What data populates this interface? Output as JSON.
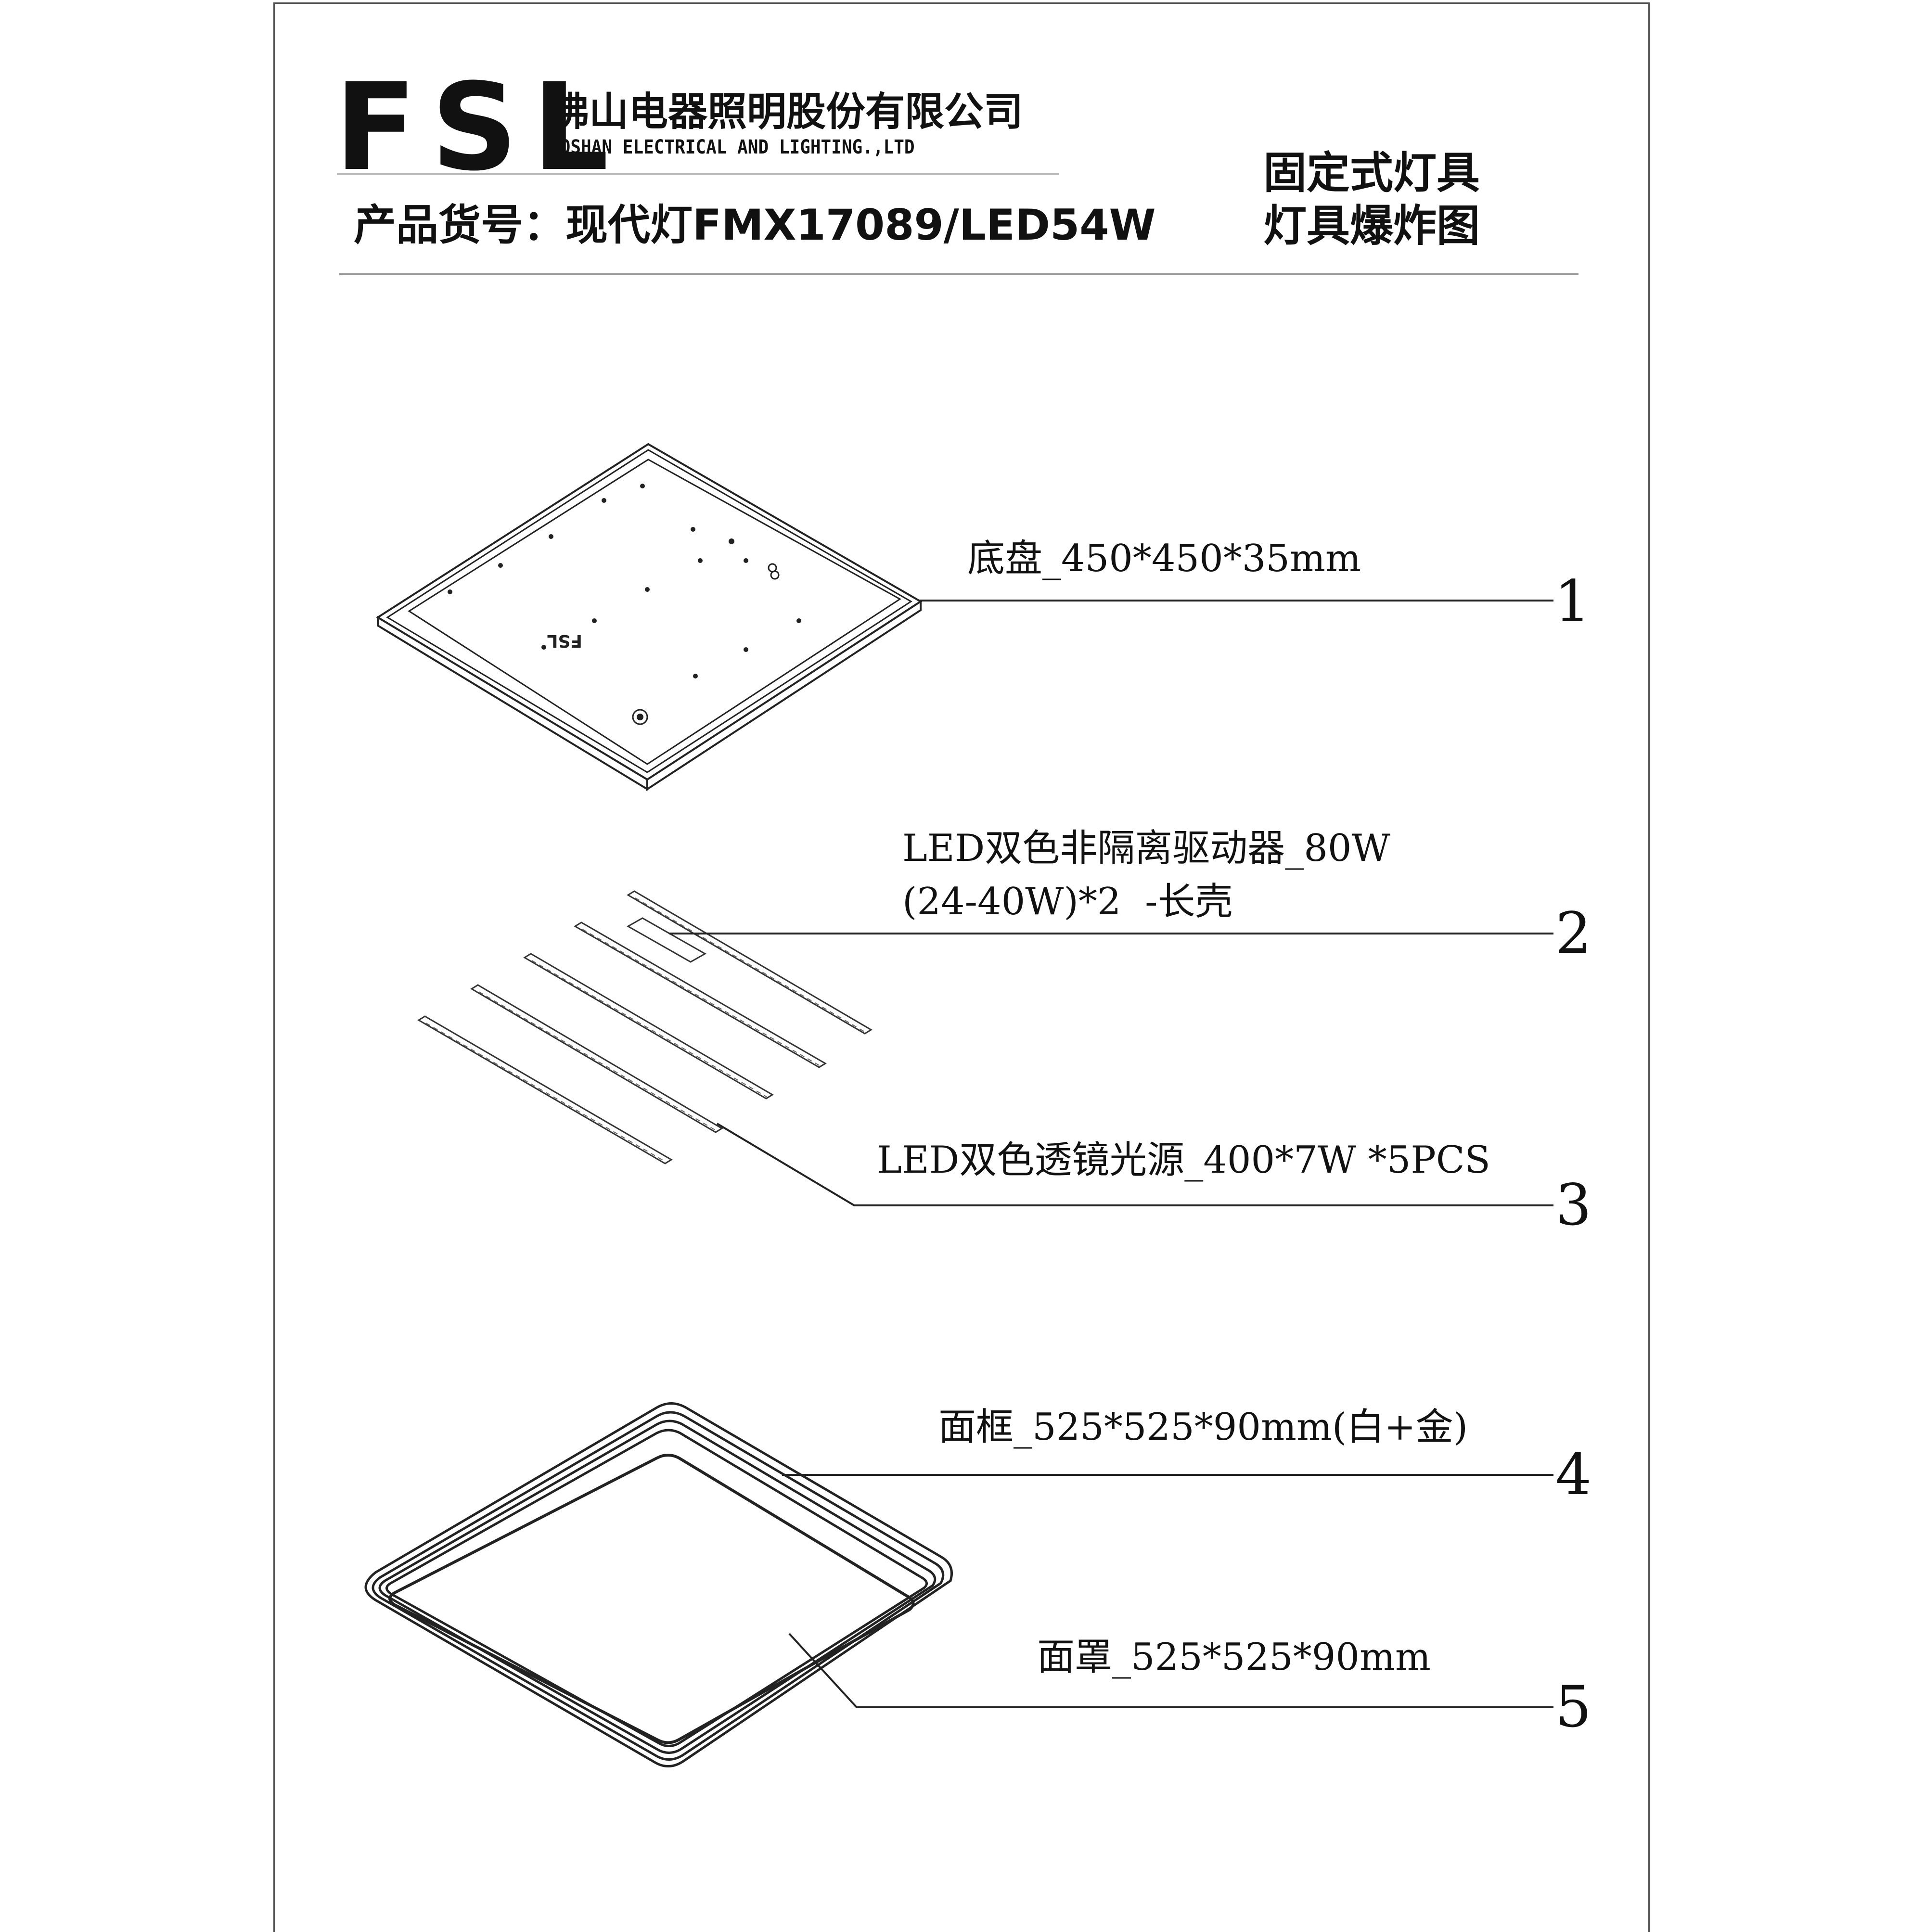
{
  "header": {
    "logo": "FSL",
    "company_cn": "佛山电器照明股份有限公司",
    "company_en": "FOSHAN ELECTRICAL AND LIGHTING.,LTD",
    "product_code": "产品货号：现代灯FMX17089/LED54W",
    "doc_type_line1": "固定式灯具",
    "doc_type_line2": "灯具爆炸图"
  },
  "parts": [
    {
      "number": "1",
      "label": "底盘_450*450*35mm"
    },
    {
      "number": "2",
      "label_line1": "LED双色非隔离驱动器_80W",
      "label_line2": "(24-40W)*2  -长壳"
    },
    {
      "number": "3",
      "label": "LED双色透镜光源_400*7W *5PCS"
    },
    {
      "number": "4",
      "label": "面框_525*525*90mm(白+金)"
    },
    {
      "number": "5",
      "label": "面罩_525*525*90mm"
    }
  ],
  "base_plate_logo": "FSL"
}
